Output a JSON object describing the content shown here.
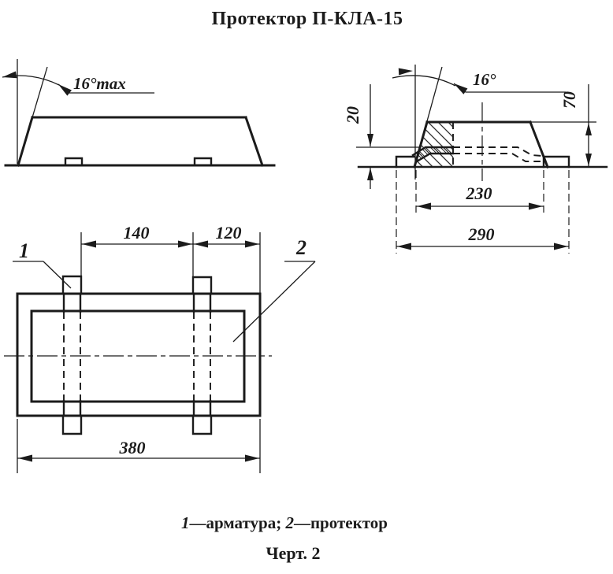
{
  "title": "Протектор  П-КЛА-15",
  "side_view": {
    "angle_label": "16°max"
  },
  "section_view": {
    "angle_label": "16°",
    "dim_plate_offset": "20",
    "dim_height": "70",
    "dim_top_width": "230",
    "dim_bottom_width": "290"
  },
  "plan_view": {
    "dim_strap_spacing": "140",
    "dim_strap_to_edge": "120",
    "dim_length": "380",
    "callout_armature": "1",
    "callout_protector": "2"
  },
  "caption": {
    "num1": "1",
    "text1": "—арматура; ",
    "num2": "2",
    "text2": "—протектор"
  },
  "figure_label": "Черт. 2",
  "colors": {
    "ink": "#1b1b1b",
    "paper": "#ffffff"
  }
}
